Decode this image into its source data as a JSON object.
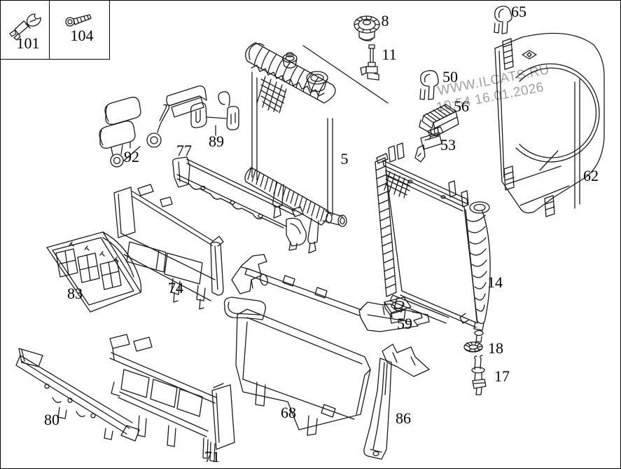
{
  "watermark": {
    "line1": "WWW.ILCATS.RU",
    "line2": "10:54 16.01.2026"
  },
  "callouts": {
    "c5": "5",
    "c8": "8",
    "c11": "11",
    "c14": "14",
    "c17": "17",
    "c18": "18",
    "c50": "50",
    "c53": "53",
    "c56": "56",
    "c59": "59",
    "c62": "62",
    "c65": "65",
    "c68": "68",
    "c71": "71",
    "c74": "74",
    "c77": "77",
    "c80": "80",
    "c83": "83",
    "c86": "86",
    "c89": "89",
    "c92": "92",
    "c101": "101",
    "c104": "104"
  },
  "line_color": "#1a1a1a"
}
